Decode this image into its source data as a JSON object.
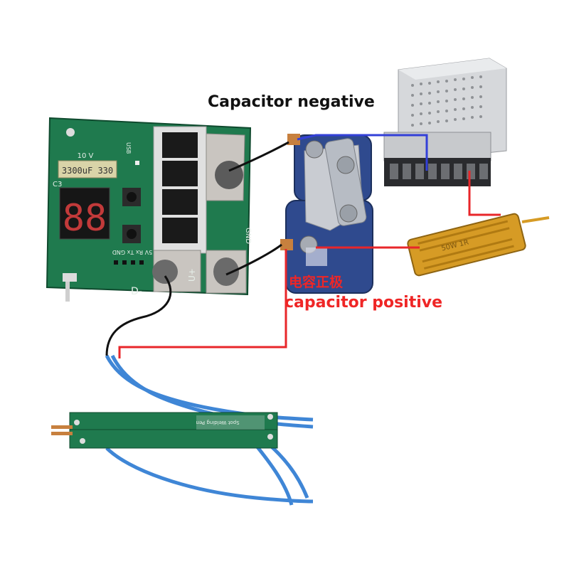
{
  "labels": {
    "capacitor_negative": "Capacitor negative",
    "capacitor_positive_cn": "电容正极",
    "capacitor_positive": "capacitor positive"
  },
  "board_text": {
    "capacitor_value": "3300uF 330",
    "voltage": "10 V",
    "c3": "C3",
    "port_row": "5V Rx Tx GND",
    "usb": "USB",
    "d_minus": "D-",
    "u_plus": "U+",
    "gnd": "GND",
    "pen_label": "Spot Welding Pen",
    "resistor_label": "50W 1R"
  },
  "colors": {
    "pcb": "#1f7a4e",
    "wire_red": "#e8262a",
    "wire_blue": "#3340d8",
    "wire_black": "#111111",
    "resistor": "#d69b25",
    "capacitor": "#2f4a8e",
    "cable_blue": "#3f86d6",
    "label_red": "#ef2626"
  }
}
